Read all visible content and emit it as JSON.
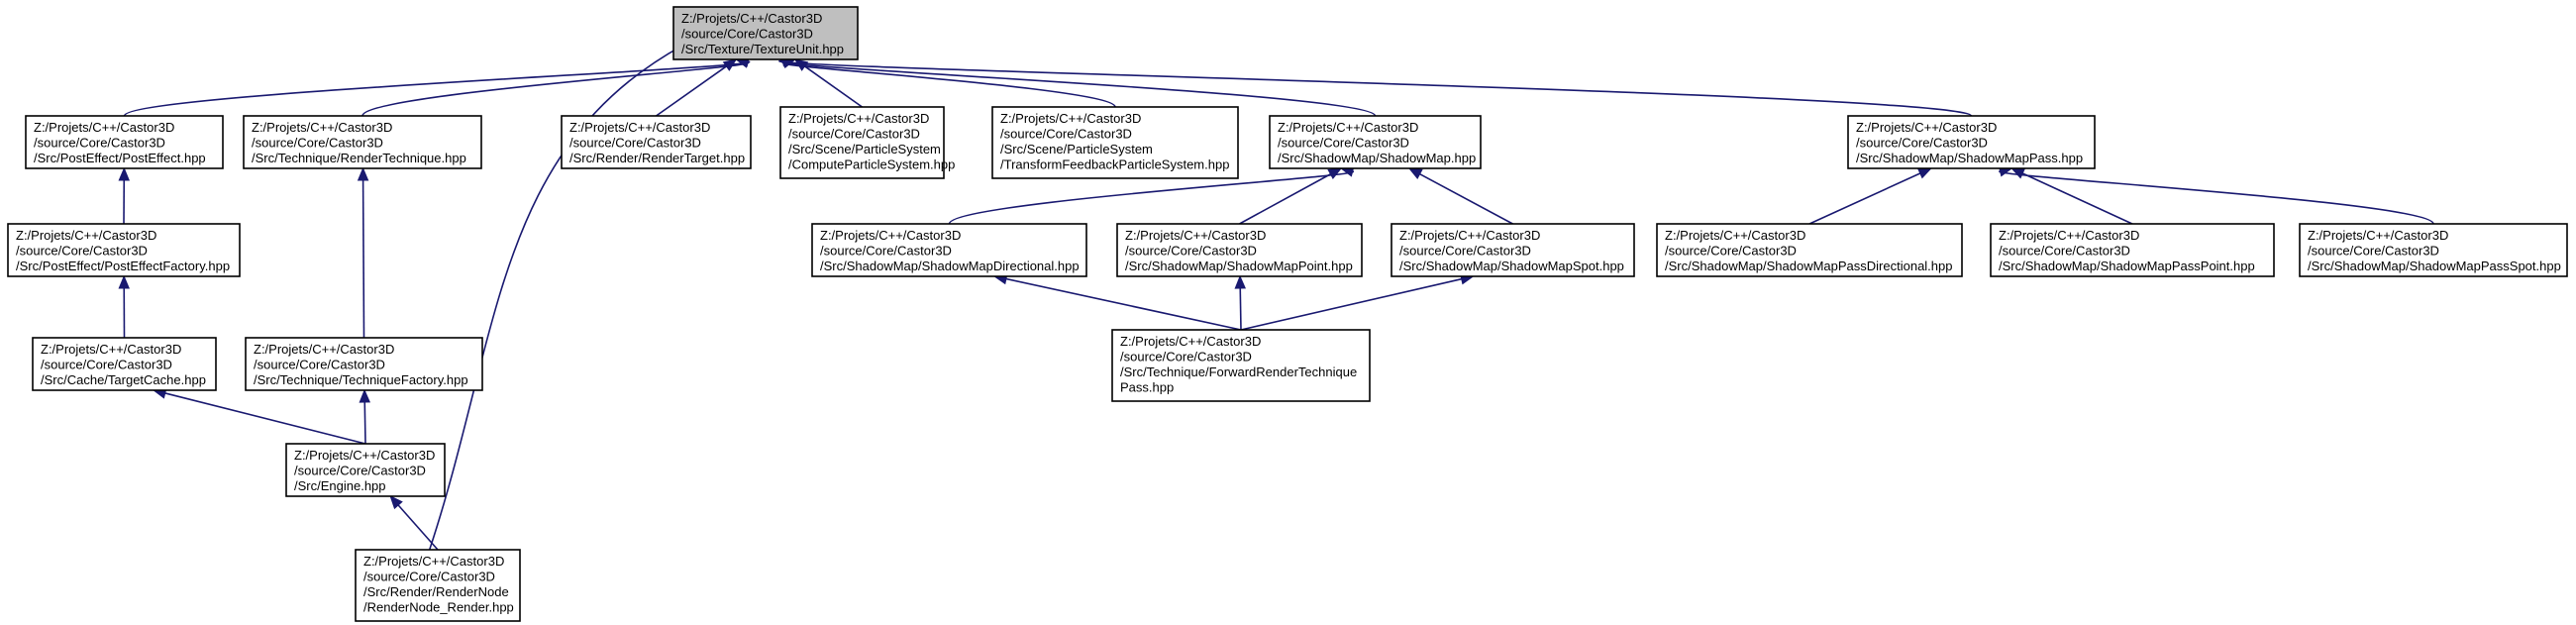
{
  "graph": {
    "title": "Include dependency graph",
    "nodes": [
      {
        "id": "n0",
        "name": "node-textureunit-hpp",
        "lines": [
          "Z:/Projets/C++/Castor3D",
          "/source/Core/Castor3D",
          "/Src/Texture/TextureUnit.hpp"
        ],
        "highlighted": true
      },
      {
        "id": "n1",
        "name": "node-posteffect-hpp",
        "lines": [
          "Z:/Projets/C++/Castor3D",
          "/source/Core/Castor3D",
          "/Src/PostEffect/PostEffect.hpp"
        ]
      },
      {
        "id": "n2",
        "name": "node-rendertechnique-hpp",
        "lines": [
          "Z:/Projets/C++/Castor3D",
          "/source/Core/Castor3D",
          "/Src/Technique/RenderTechnique.hpp"
        ]
      },
      {
        "id": "n3",
        "name": "node-rendertarget-hpp",
        "lines": [
          "Z:/Projets/C++/Castor3D",
          "/source/Core/Castor3D",
          "/Src/Render/RenderTarget.hpp"
        ]
      },
      {
        "id": "n4",
        "name": "node-computeparticlesystem-hpp",
        "lines": [
          "Z:/Projets/C++/Castor3D",
          "/source/Core/Castor3D",
          "/Src/Scene/ParticleSystem",
          "/ComputeParticleSystem.hpp"
        ]
      },
      {
        "id": "n5",
        "name": "node-transformfeedbackparticlesystem-hpp",
        "lines": [
          "Z:/Projets/C++/Castor3D",
          "/source/Core/Castor3D",
          "/Src/Scene/ParticleSystem",
          "/TransformFeedbackParticleSystem.hpp"
        ]
      },
      {
        "id": "n6",
        "name": "node-shadowmap-hpp",
        "lines": [
          "Z:/Projets/C++/Castor3D",
          "/source/Core/Castor3D",
          "/Src/ShadowMap/ShadowMap.hpp"
        ]
      },
      {
        "id": "n7",
        "name": "node-shadowmappass-hpp",
        "lines": [
          "Z:/Projets/C++/Castor3D",
          "/source/Core/Castor3D",
          "/Src/ShadowMap/ShadowMapPass.hpp"
        ]
      },
      {
        "id": "n8",
        "name": "node-posteffectfactory-hpp",
        "lines": [
          "Z:/Projets/C++/Castor3D",
          "/source/Core/Castor3D",
          "/Src/PostEffect/PostEffectFactory.hpp"
        ]
      },
      {
        "id": "n9",
        "name": "node-targetcache-hpp",
        "lines": [
          "Z:/Projets/C++/Castor3D",
          "/source/Core/Castor3D",
          "/Src/Cache/TargetCache.hpp"
        ]
      },
      {
        "id": "n10",
        "name": "node-techniquefactory-hpp",
        "lines": [
          "Z:/Projets/C++/Castor3D",
          "/source/Core/Castor3D",
          "/Src/Technique/TechniqueFactory.hpp"
        ]
      },
      {
        "id": "n11",
        "name": "node-engine-hpp",
        "lines": [
          "Z:/Projets/C++/Castor3D",
          "/source/Core/Castor3D",
          "/Src/Engine.hpp"
        ]
      },
      {
        "id": "n12",
        "name": "node-rendernode-render-hpp",
        "lines": [
          "Z:/Projets/C++/Castor3D",
          "/source/Core/Castor3D",
          "/Src/Render/RenderNode",
          "/RenderNode_Render.hpp"
        ]
      },
      {
        "id": "n13",
        "name": "node-shadowmapdirectional-hpp",
        "lines": [
          "Z:/Projets/C++/Castor3D",
          "/source/Core/Castor3D",
          "/Src/ShadowMap/ShadowMapDirectional.hpp"
        ]
      },
      {
        "id": "n14",
        "name": "node-shadowmappoint-hpp",
        "lines": [
          "Z:/Projets/C++/Castor3D",
          "/source/Core/Castor3D",
          "/Src/ShadowMap/ShadowMapPoint.hpp"
        ]
      },
      {
        "id": "n15",
        "name": "node-shadowmapspot-hpp",
        "lines": [
          "Z:/Projets/C++/Castor3D",
          "/source/Core/Castor3D",
          "/Src/ShadowMap/ShadowMapSpot.hpp"
        ]
      },
      {
        "id": "n16",
        "name": "node-forwardrendertechniquepass-hpp",
        "lines": [
          "Z:/Projets/C++/Castor3D",
          "/source/Core/Castor3D",
          "/Src/Technique/ForwardRenderTechnique",
          "Pass.hpp"
        ]
      },
      {
        "id": "n17",
        "name": "node-shadowmappassdirectional-hpp",
        "lines": [
          "Z:/Projets/C++/Castor3D",
          "/source/Core/Castor3D",
          "/Src/ShadowMap/ShadowMapPassDirectional.hpp"
        ]
      },
      {
        "id": "n18",
        "name": "node-shadowmappasspoint-hpp",
        "lines": [
          "Z:/Projets/C++/Castor3D",
          "/source/Core/Castor3D",
          "/Src/ShadowMap/ShadowMapPassPoint.hpp"
        ]
      },
      {
        "id": "n19",
        "name": "node-shadowmappassspot-hpp",
        "lines": [
          "Z:/Projets/C++/Castor3D",
          "/source/Core/Castor3D",
          "/Src/ShadowMap/ShadowMapPassSpot.hpp"
        ]
      }
    ],
    "edges": [
      {
        "from": "n1",
        "to": "n0"
      },
      {
        "from": "n2",
        "to": "n0"
      },
      {
        "from": "n12",
        "to": "n0"
      },
      {
        "from": "n3",
        "to": "n0"
      },
      {
        "from": "n4",
        "to": "n0"
      },
      {
        "from": "n5",
        "to": "n0"
      },
      {
        "from": "n6",
        "to": "n0"
      },
      {
        "from": "n7",
        "to": "n0"
      },
      {
        "from": "n8",
        "to": "n1"
      },
      {
        "from": "n9",
        "to": "n8"
      },
      {
        "from": "n11",
        "to": "n9"
      },
      {
        "from": "n10",
        "to": "n2"
      },
      {
        "from": "n11",
        "to": "n10"
      },
      {
        "from": "n12",
        "to": "n11"
      },
      {
        "from": "n13",
        "to": "n6"
      },
      {
        "from": "n14",
        "to": "n6"
      },
      {
        "from": "n15",
        "to": "n6"
      },
      {
        "from": "n16",
        "to": "n13"
      },
      {
        "from": "n16",
        "to": "n14"
      },
      {
        "from": "n16",
        "to": "n15"
      },
      {
        "from": "n17",
        "to": "n7"
      },
      {
        "from": "n18",
        "to": "n7"
      },
      {
        "from": "n19",
        "to": "n7"
      }
    ],
    "colors": {
      "edge": "#191970",
      "root_fill": "#bfbfbf",
      "node_fill": "#ffffff",
      "border": "#000000"
    }
  }
}
